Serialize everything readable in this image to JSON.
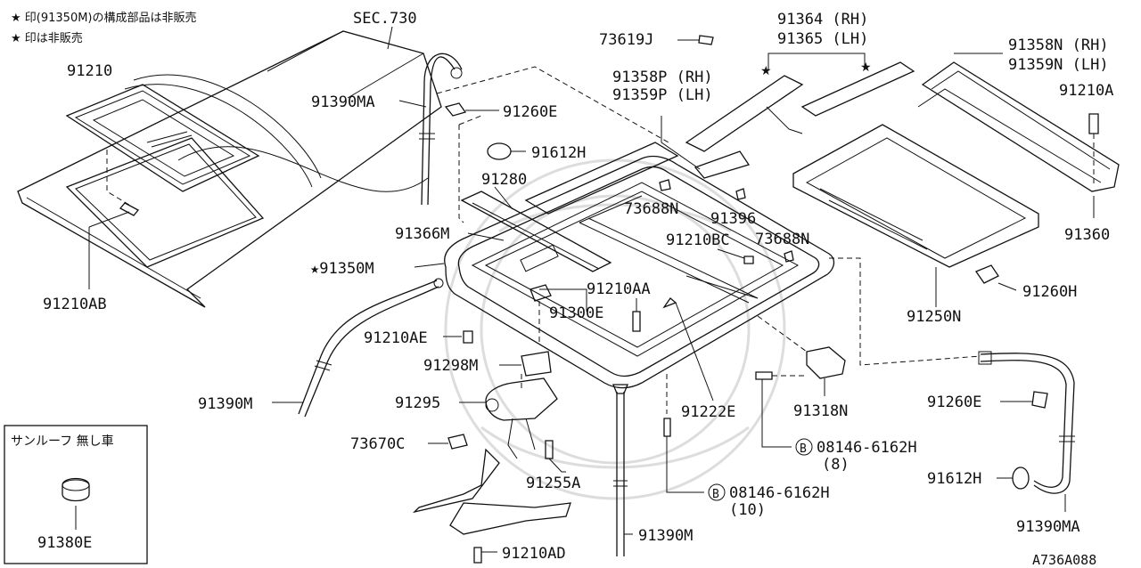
{
  "notes": {
    "line1": "★ 印(91350M)の構成部品は非販売",
    "line2": "★ 印は非販売"
  },
  "section_ref": "SEC.730",
  "inset": {
    "title": "サンルーフ 無し車",
    "part": "91380E"
  },
  "diagram_id": "A736A088",
  "labels": {
    "p91210": "91210",
    "p91210AB": "91210AB",
    "p91390MA_top": "91390MA",
    "p91260E_top": "91260E",
    "p91612H_top": "91612H",
    "p91280": "91280",
    "p91366M": "91366M",
    "p91350M": "★91350M",
    "p91210AE": "91210AE",
    "p91390M_left": "91390M",
    "p91298M": "91298M",
    "p91295": "91295",
    "p73670C": "73670C",
    "p91255A": "91255A",
    "p91210AD": "91210AD",
    "p91390M_bottom": "91390M",
    "p91300E": "91300E",
    "p91210AA": "91210AA",
    "p91222E": "91222E",
    "p73619J": "73619J",
    "p91358P": "91358P (RH)",
    "p91359P": "91359P (LH)",
    "p73688N_a": "73688N",
    "p91396": "91396",
    "p91210BC": "91210BC",
    "p73688N_b": "73688N",
    "p91364": "91364 (RH)",
    "p91365": "91365 (LH)",
    "p91358N": "91358N (RH)",
    "p91359N": "91359N (LH)",
    "p91210A": "91210A",
    "p91360": "91360",
    "p91260H": "91260H",
    "p91250N": "91250N",
    "p91318N": "91318N",
    "p08146_8": "08146-6162H",
    "p08146_8_qty": "(8)",
    "p08146_10": "08146-6162H",
    "p08146_10_qty": "(10)",
    "bolt_mark": "B",
    "p91260E_right": "91260E",
    "p91612H_right": "91612H",
    "p91390MA_right": "91390MA"
  }
}
